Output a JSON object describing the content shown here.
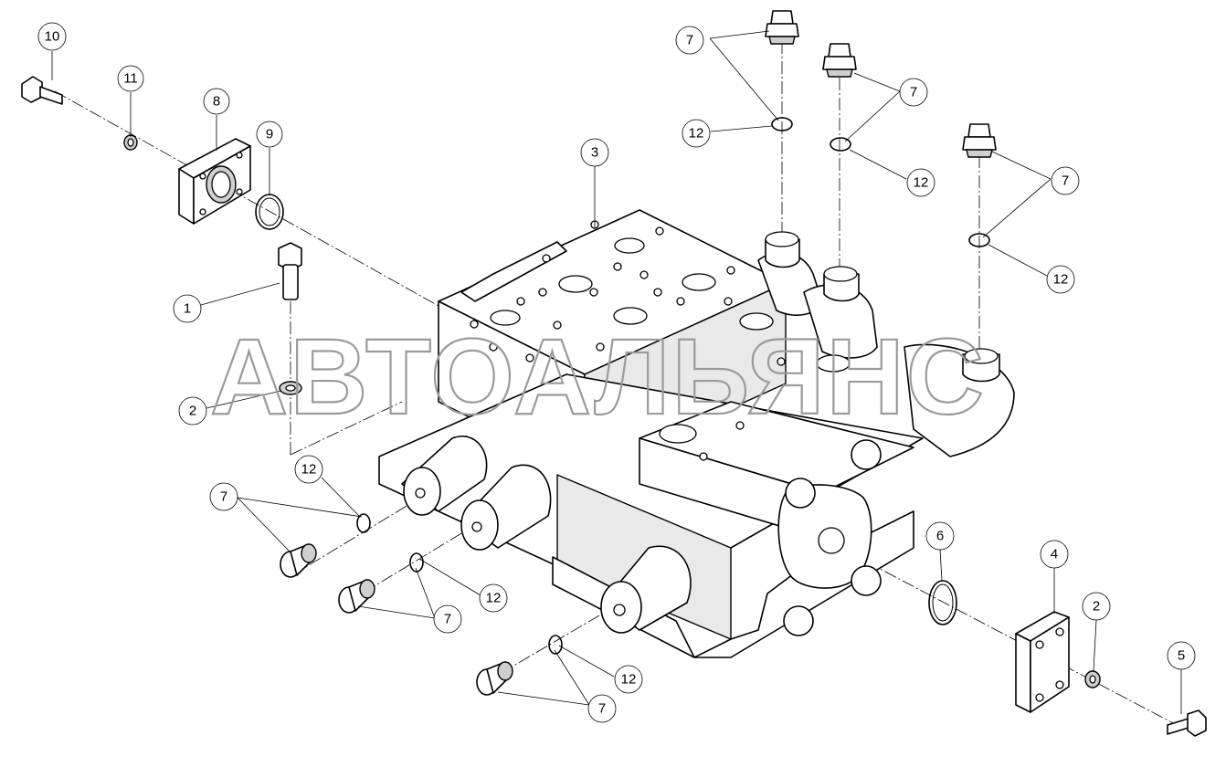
{
  "watermark": "АВТОАЛЬЯНС",
  "callouts": {
    "c10": "10",
    "c11": "11",
    "c8": "8",
    "c9": "9",
    "c1": "1",
    "c2a": "2",
    "c3": "3",
    "c7a": "7",
    "c12a": "12",
    "c7b": "7",
    "c12b": "12",
    "c7c": "7",
    "c12c": "12",
    "c12d": "12",
    "c7d": "7",
    "c12e": "12",
    "c7e": "7",
    "c12f": "12",
    "c7f": "7",
    "c6": "6",
    "c4": "4",
    "c2b": "2",
    "c5": "5"
  }
}
